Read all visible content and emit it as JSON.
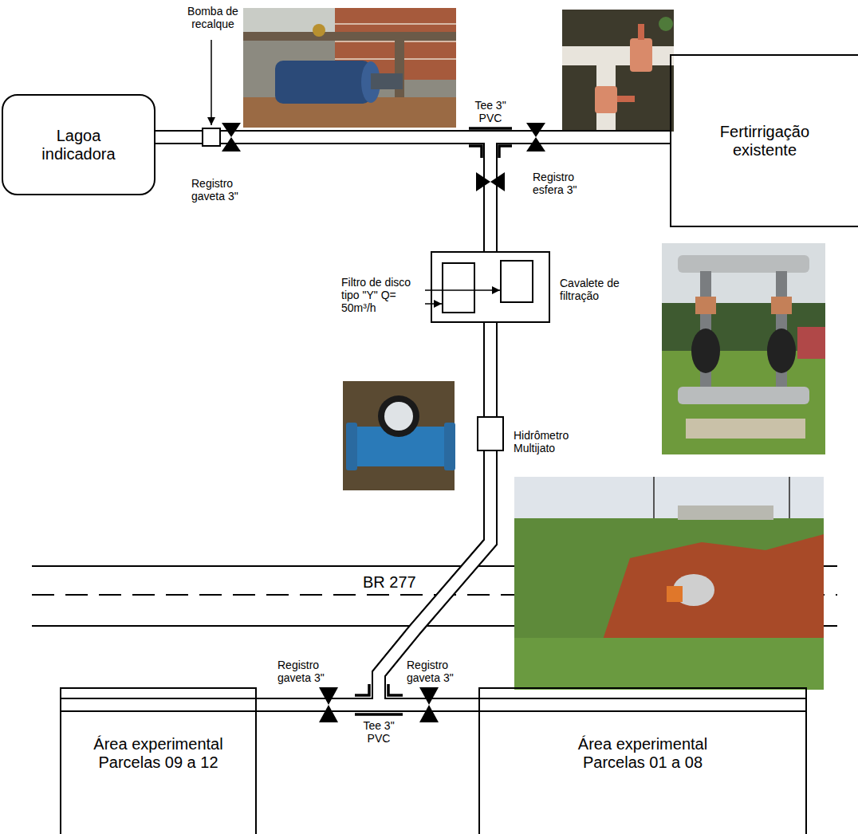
{
  "diagram": {
    "nodes": [
      {
        "text": [
          "Bomba de recalque"
        ]
      },
      {
        "text": [
          "Lagoa indicadora"
        ]
      },
      {
        "text": [
          "Fertirrigação existente"
        ]
      },
      {
        "text": [
          "Cavalete de filtração"
        ]
      },
      {
        "text": [
          "Hidrômetro Multijato"
        ]
      },
      {
        "text": [
          "Área experimental Parcelas 09 a 12"
        ]
      },
      {
        "text": [
          "Área experimental Parcelas 01 a 08"
        ]
      }
    ],
    "edges": [
      {
        "from": 1,
        "to": 0,
        "arrow": "none"
      },
      {
        "from": 0,
        "to": 2,
        "arrow": "none"
      },
      {
        "from": 0,
        "to": 3,
        "arrow": "none"
      },
      {
        "from": 3,
        "to": 4,
        "arrow": "none"
      },
      {
        "from": 4,
        "to": 5,
        "arrow": "none"
      },
      {
        "from": 4,
        "to": 6,
        "arrow": "none"
      }
    ],
    "labels": [
      "Registro gaveta 3\"",
      "Tee 3\" PVC",
      "Registro esfera 3\"",
      "Filtro de disco tipo \"Y\" Q= 50m³/h",
      "BR 277",
      "Registro gaveta 3\"",
      "Registro gaveta 3\"",
      "Tee 3\" PVC"
    ]
  }
}
